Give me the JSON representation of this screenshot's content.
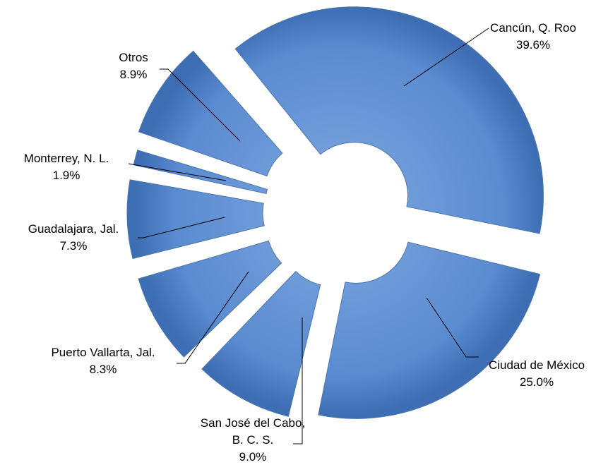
{
  "chart_data": {
    "type": "pie",
    "variant": "exploded-doughnut",
    "slices": [
      {
        "label_lines": [
          "Cancún, Q. Roo"
        ],
        "value": 39.6,
        "value_label": "39.6%"
      },
      {
        "label_lines": [
          "Ciudad de México"
        ],
        "value": 25.0,
        "value_label": "25.0%"
      },
      {
        "label_lines": [
          "San José del Cabo,",
          "B. C. S."
        ],
        "value": 9.0,
        "value_label": "9.0%"
      },
      {
        "label_lines": [
          "Puerto Vallarta, Jal."
        ],
        "value": 8.3,
        "value_label": "8.3%"
      },
      {
        "label_lines": [
          "Guadalajara, Jal."
        ],
        "value": 7.3,
        "value_label": "7.3%"
      },
      {
        "label_lines": [
          "Monterrey, N. L."
        ],
        "value": 1.9,
        "value_label": "1.9%"
      },
      {
        "label_lines": [
          "Otros"
        ],
        "value": 8.9,
        "value_label": "8.9%"
      }
    ],
    "colors": {
      "fill_light": "#8fb4e3",
      "fill": "#5b8bd0",
      "fill_dark": "#3d6db3",
      "stroke": "#4a77ad"
    }
  }
}
